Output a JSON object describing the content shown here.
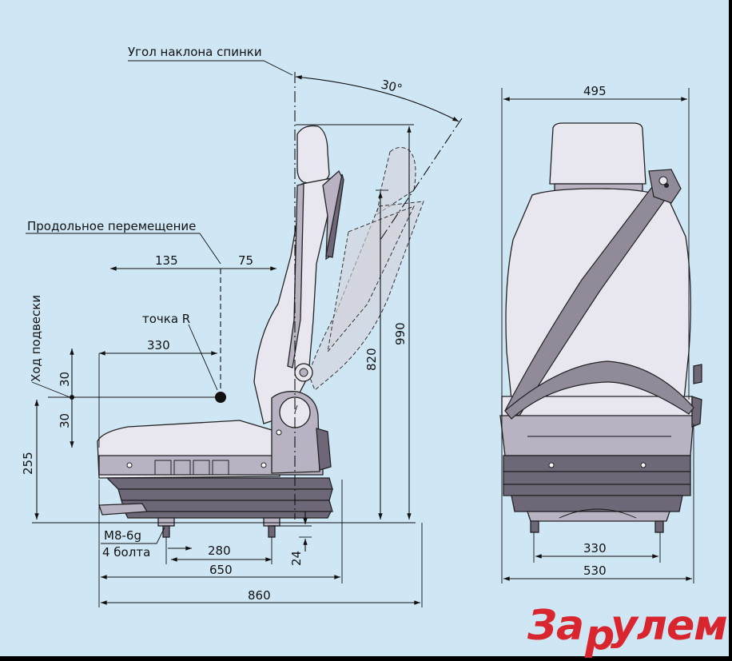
{
  "labels": {
    "backrest_angle": "Угол наклона спинки",
    "angle_value": "30°",
    "longitudinal": "Продольное перемещение",
    "long_back": "135",
    "long_fwd": "75",
    "suspension": "Ход подвески",
    "susp_up": "30",
    "susp_down": "30",
    "r_point": "точка R",
    "r_dist": "330",
    "height_255": "255",
    "height_820": "820",
    "height_990": "990",
    "bolt_spec": "М8-6g",
    "bolt_count": "4 болта",
    "dim_280": "280",
    "dim_24": "24",
    "dim_650": "650",
    "dim_860": "860",
    "width_495": "495",
    "width_330": "330",
    "width_530": "530"
  },
  "brand": {
    "logo": "За рулем",
    "logo_color": "#d9262e"
  },
  "colors": {
    "background": "#cfe6f4"
  }
}
